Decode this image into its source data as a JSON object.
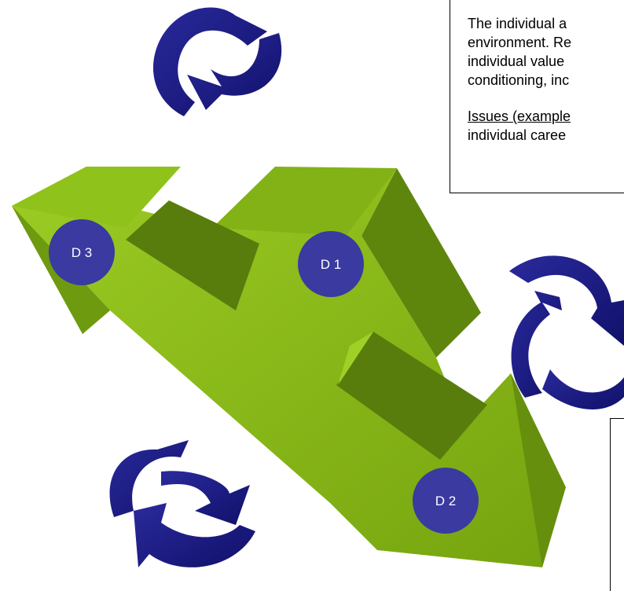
{
  "text_box": {
    "line1": "The individual a",
    "line2": "environment. Re",
    "line3": "individual value",
    "line4": "conditioning, inc",
    "issues_label": "Issues (example",
    "line6": "individual caree"
  },
  "nodes": {
    "d1": "D 1",
    "d2": "D 2",
    "d3": "D 3"
  },
  "colors": {
    "arrow_light": "#8dbf1a",
    "arrow_mid": "#7aa612",
    "arrow_dark": "#587d0c",
    "cycle_arrow": "#1b1b86",
    "node_fill": "#3a3aa0"
  }
}
